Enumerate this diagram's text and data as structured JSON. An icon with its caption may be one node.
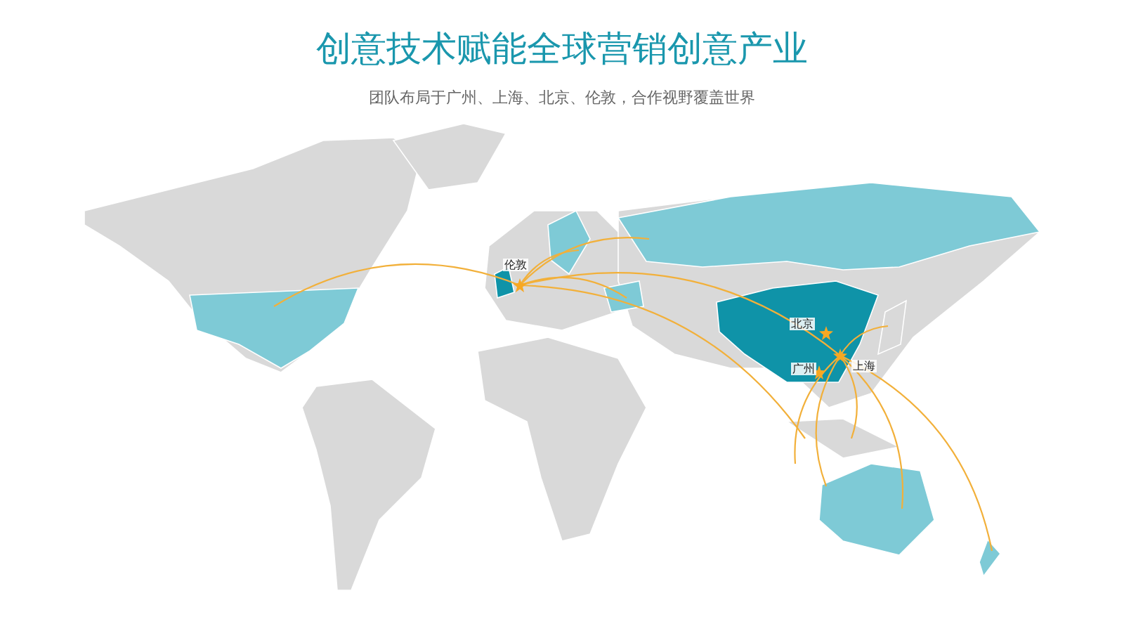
{
  "diagram": {
    "title": "创意技术赋能全球营销创意产业",
    "nodes": [
      {
        "text": [
          "伦敦"
        ]
      },
      {
        "text": [
          "北京"
        ]
      },
      {
        "text": [
          "上海"
        ]
      },
      {
        "text": [
          "广州"
        ]
      }
    ],
    "edges": [
      {
        "from": 0,
        "to": null,
        "arrow": "none"
      },
      {
        "from": 0,
        "to": null,
        "arrow": "none"
      },
      {
        "from": 0,
        "to": null,
        "arrow": "none"
      },
      {
        "from": 0,
        "to": null,
        "arrow": "none"
      },
      {
        "from": 0,
        "to": 2,
        "arrow": "none"
      },
      {
        "from": 0,
        "to": null,
        "arrow": "none"
      },
      {
        "from": 2,
        "to": null,
        "arrow": "none"
      },
      {
        "from": 2,
        "to": null,
        "arrow": "none"
      },
      {
        "from": 2,
        "to": null,
        "arrow": "none"
      },
      {
        "from": 2,
        "to": null,
        "arrow": "none"
      },
      {
        "from": 2,
        "to": null,
        "arrow": "none"
      },
      {
        "from": 2,
        "to": null,
        "arrow": "none"
      }
    ],
    "labels": [
      "团队布局于广州、上海、北京、伦敦，合作视野覆盖世界"
    ]
  }
}
